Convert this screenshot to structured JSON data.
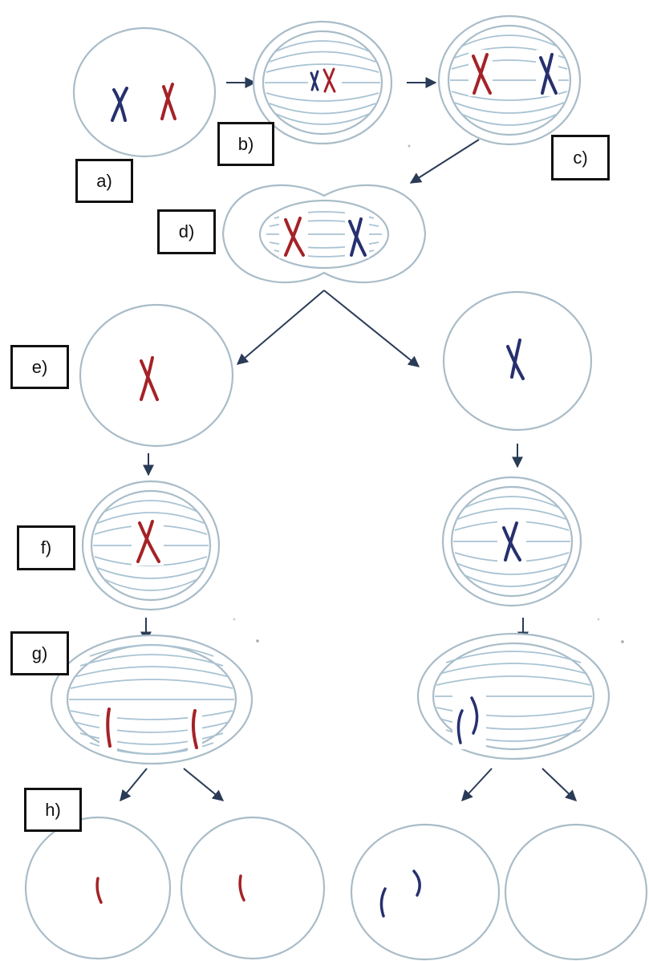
{
  "diagram": {
    "stage_labels": {
      "a": "a)",
      "b": "b)",
      "c": "c)",
      "d": "d)",
      "e": "e)",
      "f": "f)",
      "g": "g)",
      "h": "h)"
    },
    "colors": {
      "maternal_chromosome": "#a42227",
      "paternal_chromosome": "#27306e",
      "membrane": "#a9bcc8",
      "arrow": "#2a3b57"
    }
  }
}
